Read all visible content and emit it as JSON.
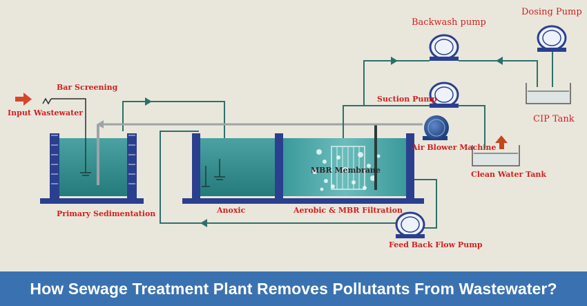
{
  "labels": {
    "input_wastewater": "Input Wastewater",
    "bar_screening": "Bar Screening",
    "primary_sedimentation": "Primary Sedimentation",
    "anoxic": "Anoxic",
    "aerobic_mbr": "Aerobic & MBR Filtration",
    "mbr_membrane": "MBR Membrane",
    "air_blower": "Air Blower Machine",
    "suction_pump": "Suction Pump",
    "backwash_pump": "Backwash pump",
    "dosing_pump": "Dosing Pump",
    "cip_tank": "CIP Tank",
    "clean_water_tank": "Clean Water Tank",
    "feedback_pump": "Feed Back Flow Pump"
  },
  "banner": {
    "title": "How Sewage Treatment Plant Removes Pollutants From Wastewater?"
  },
  "colors": {
    "background": "#e9e7dc",
    "water": "#2f8c8c",
    "water_light": "#5fb3b3",
    "tank_wall": "#2b3f8f",
    "pipe": "#2f6e6a",
    "label_red": "#d21e1e",
    "banner": "#3a72b1"
  }
}
